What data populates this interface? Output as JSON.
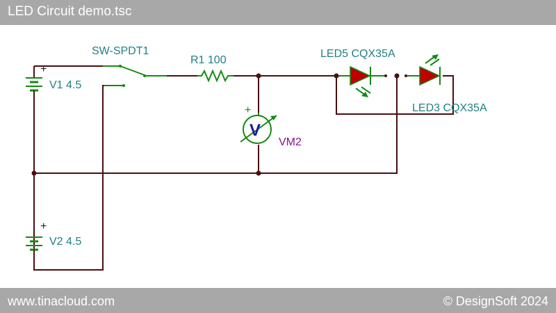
{
  "window": {
    "title": "LED Circuit demo.tsc"
  },
  "footer": {
    "url": "www.tinacloud.com",
    "copyright": "© DesignSoft 2024"
  },
  "components": {
    "switch": "SW-SPDT1",
    "resistor": "R1 100",
    "led_a": "LED5 CQX35A",
    "led_b": "LED3 CQX35A",
    "battery_1": "V1 4.5",
    "battery_2": "V2 4.5",
    "voltmeter": "VM2",
    "voltmeter_symbol": "V",
    "polarity": "+"
  },
  "colors": {
    "wire": "#4a0f0f",
    "component": "#138a13",
    "label": "#1f7f86",
    "meter_label": "#8b138b",
    "led_fill": "#c00000",
    "node": "#4a0f0f"
  }
}
